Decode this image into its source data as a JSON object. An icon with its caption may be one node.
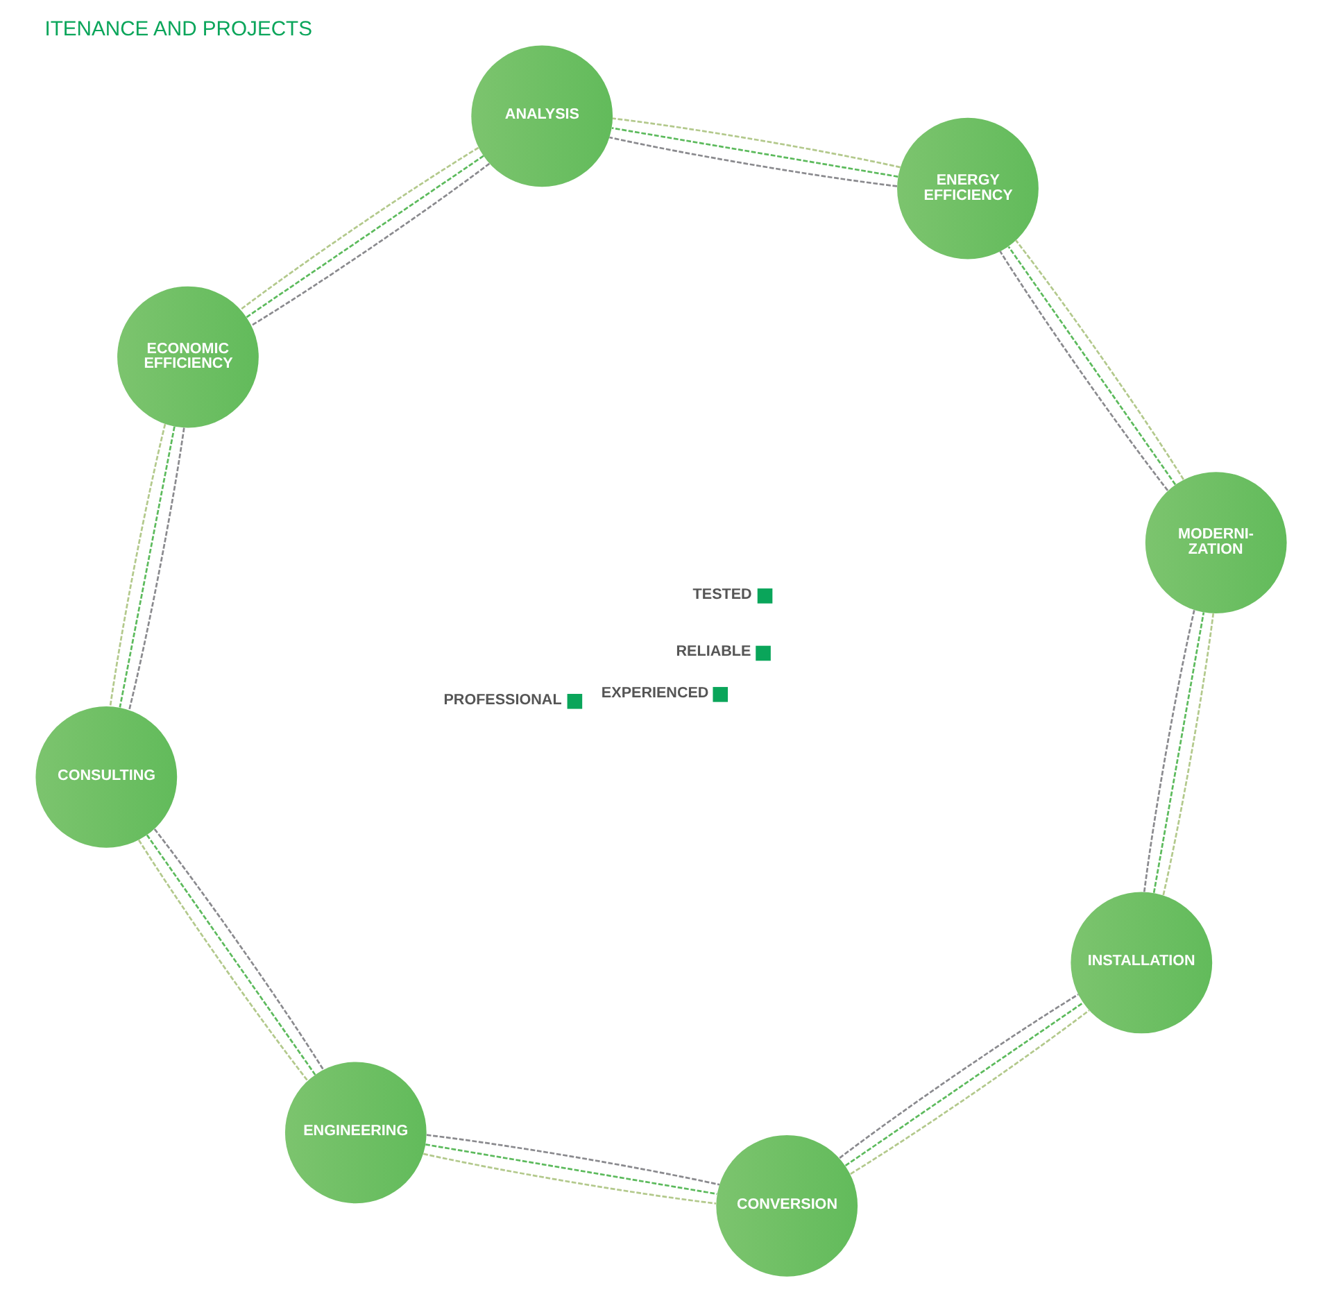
{
  "diagram": {
    "title": "ITENANCE AND PROJECTS",
    "nodes": [
      {
        "text": [
          "ANALYSIS"
        ]
      },
      {
        "text": [
          "ECONOMIC EFFICIENCY"
        ]
      },
      {
        "text": [
          "CONSULTING"
        ]
      },
      {
        "text": [
          "ENGINEERING"
        ]
      },
      {
        "text": [
          "CONVERSION"
        ]
      },
      {
        "text": [
          "INSTALLATION"
        ]
      },
      {
        "text": [
          "MODERNI- ZATION"
        ]
      },
      {
        "text": [
          "ENERGY EFFICIENCY"
        ]
      }
    ],
    "edges": [
      {
        "from": 0,
        "to": 1,
        "arrow": "none",
        "style": "dashed",
        "color": "#8a8a8e"
      },
      {
        "from": 0,
        "to": 1,
        "arrow": "none",
        "style": "dashed",
        "color": "#b3c98c"
      },
      {
        "from": 0,
        "to": 1,
        "arrow": "none",
        "style": "dashed",
        "color": "#5cba5c"
      },
      {
        "from": 1,
        "to": 2,
        "arrow": "none",
        "style": "dashed",
        "color": "#8a8a8e"
      },
      {
        "from": 1,
        "to": 2,
        "arrow": "none",
        "style": "dashed",
        "color": "#b3c98c"
      },
      {
        "from": 1,
        "to": 2,
        "arrow": "none",
        "style": "dashed",
        "color": "#5cba5c"
      },
      {
        "from": 2,
        "to": 3,
        "arrow": "none",
        "style": "dashed",
        "color": "#8a8a8e"
      },
      {
        "from": 2,
        "to": 3,
        "arrow": "none",
        "style": "dashed",
        "color": "#b3c98c"
      },
      {
        "from": 2,
        "to": 3,
        "arrow": "none",
        "style": "dashed",
        "color": "#5cba5c"
      },
      {
        "from": 3,
        "to": 4,
        "arrow": "none",
        "style": "dashed",
        "color": "#8a8a8e"
      },
      {
        "from": 3,
        "to": 4,
        "arrow": "none",
        "style": "dashed",
        "color": "#b3c98c"
      },
      {
        "from": 3,
        "to": 4,
        "arrow": "none",
        "style": "dashed",
        "color": "#5cba5c"
      },
      {
        "from": 4,
        "to": 5,
        "arrow": "none",
        "style": "dashed",
        "color": "#8a8a8e"
      },
      {
        "from": 4,
        "to": 5,
        "arrow": "none",
        "style": "dashed",
        "color": "#b3c98c"
      },
      {
        "from": 4,
        "to": 5,
        "arrow": "none",
        "style": "dashed",
        "color": "#5cba5c"
      },
      {
        "from": 5,
        "to": 6,
        "arrow": "none",
        "style": "dashed",
        "color": "#8a8a8e"
      },
      {
        "from": 5,
        "to": 6,
        "arrow": "none",
        "style": "dashed",
        "color": "#b3c98c"
      },
      {
        "from": 5,
        "to": 6,
        "arrow": "none",
        "style": "dashed",
        "color": "#5cba5c"
      },
      {
        "from": 6,
        "to": 7,
        "arrow": "none",
        "style": "dashed",
        "color": "#8a8a8e"
      },
      {
        "from": 6,
        "to": 7,
        "arrow": "none",
        "style": "dashed",
        "color": "#b3c98c"
      },
      {
        "from": 6,
        "to": 7,
        "arrow": "none",
        "style": "dashed",
        "color": "#5cba5c"
      },
      {
        "from": 7,
        "to": 0,
        "arrow": "none",
        "style": "dashed",
        "color": "#8a8a8e"
      },
      {
        "from": 7,
        "to": 0,
        "arrow": "none",
        "style": "dashed",
        "color": "#b3c98c"
      },
      {
        "from": 7,
        "to": 0,
        "arrow": "none",
        "style": "dashed",
        "color": "#5cba5c"
      }
    ],
    "labels": [
      "PROFESSIONAL",
      "EXPERIENCED",
      "RELIABLE",
      "TESTED"
    ]
  }
}
